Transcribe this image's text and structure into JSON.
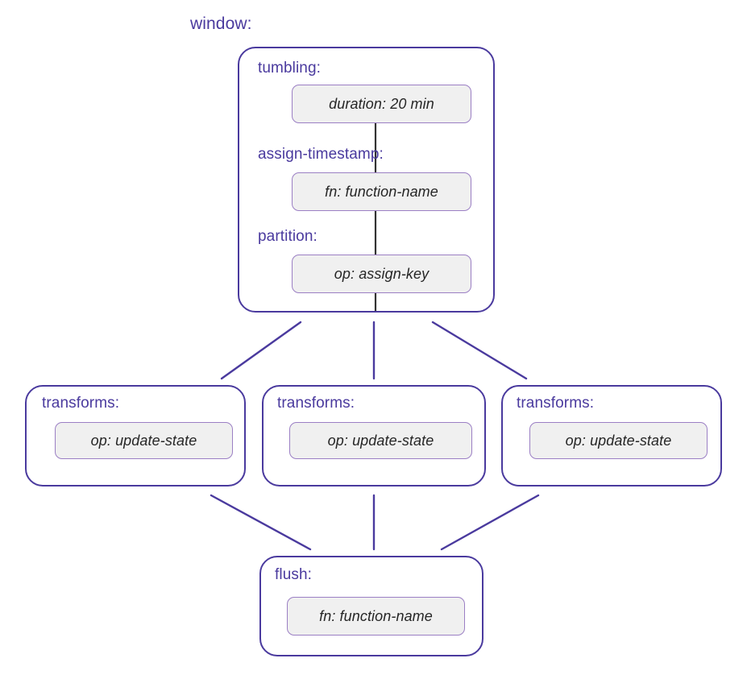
{
  "title": "window:",
  "colors": {
    "node_border": "#4A3A9E",
    "label_text": "#4A3A9E",
    "chip_border": "#9B7FC4",
    "chip_fill": "#F0F0F0",
    "chip_text": "#262626",
    "connector": "#4A3A9E",
    "inner_connector": "#333333",
    "background": "#FFFFFF"
  },
  "window_node": {
    "label": "window:",
    "fields": [
      {
        "label": "tumbling:",
        "value": "duration: 20 min"
      },
      {
        "label": "assign-timestamp:",
        "value": "fn: function-name"
      },
      {
        "label": "partition:",
        "value": "op: assign-key"
      }
    ]
  },
  "transforms": [
    {
      "label": "transforms:",
      "value": "op: update-state"
    },
    {
      "label": "transforms:",
      "value": "op: update-state"
    },
    {
      "label": "transforms:",
      "value": "op: update-state"
    }
  ],
  "flush_node": {
    "label": "flush:",
    "value": "fn: function-name"
  }
}
